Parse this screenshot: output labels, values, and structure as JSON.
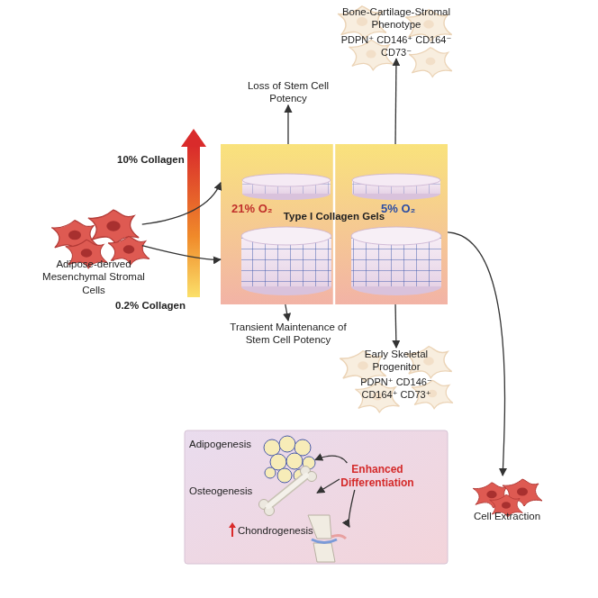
{
  "diagram": {
    "nodes": [
      {
        "text": [
          "Adipose-derived Mesenchymal Stromal Cells"
        ]
      },
      {
        "text": [
          "21% O₂"
        ]
      },
      {
        "text": [
          "5% O₂"
        ]
      },
      {
        "text": [
          "Loss of Stem Cell Potency"
        ]
      },
      {
        "text": [
          "Bone-Cartilage-Stromal Phenotype",
          "PDPN⁺ CD146⁺ CD164⁻ CD73⁻"
        ]
      },
      {
        "text": [
          "Transient Maintenance of Stem Cell Potency"
        ]
      },
      {
        "text": [
          "Early Skeletal Progenitor",
          "PDPN⁺ CD146⁻ CD164⁺ CD73⁺"
        ]
      },
      {
        "text": [
          "Cell Extraction"
        ]
      },
      {
        "text": [
          "Enhanced Differentiation"
        ]
      },
      {
        "text": [
          "Adipogenesis"
        ]
      },
      {
        "text": [
          "Osteogenesis"
        ]
      },
      {
        "text": [
          "Chondrogenesis"
        ]
      }
    ],
    "edges": [
      {
        "from": 0,
        "to": 1,
        "arrow": "to"
      },
      {
        "from": 0,
        "to": 1,
        "arrow": "to"
      },
      {
        "from": 1,
        "to": 3,
        "arrow": "to"
      },
      {
        "from": 2,
        "to": 4,
        "arrow": "to"
      },
      {
        "from": 1,
        "to": 5,
        "arrow": "to"
      },
      {
        "from": 2,
        "to": 6,
        "arrow": "to"
      },
      {
        "from": 2,
        "to": 7,
        "arrow": "to"
      },
      {
        "from": 8,
        "to": 9,
        "arrow": "to"
      },
      {
        "from": 8,
        "to": 10,
        "arrow": "to"
      },
      {
        "from": 8,
        "to": 11,
        "arrow": "to"
      }
    ],
    "labels": [
      "10% Collagen",
      "0.2% Collagen",
      "Type I Collagen Gels"
    ]
  }
}
